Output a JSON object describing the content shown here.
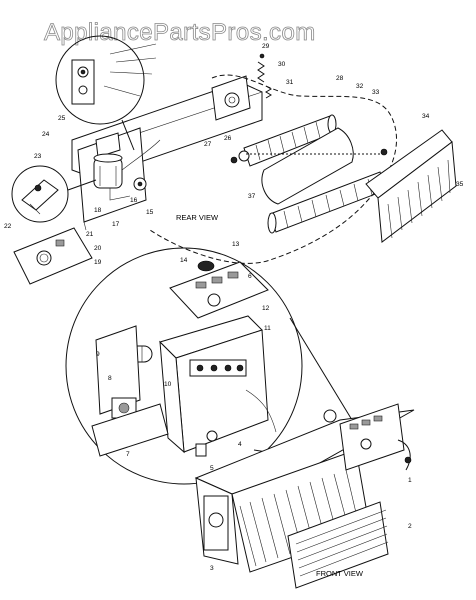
{
  "watermark": "AppliancePartsPros.com",
  "captions": {
    "rear_view": "REAR VIEW",
    "front_view": "FRONT VIEW"
  },
  "callouts": [
    "1",
    "2",
    "3",
    "4",
    "5",
    "6",
    "7",
    "8",
    "9",
    "10",
    "11",
    "12",
    "13",
    "14",
    "15",
    "16",
    "17",
    "18",
    "19",
    "20",
    "21",
    "22",
    "23",
    "24",
    "25",
    "26",
    "27",
    "28",
    "29",
    "30",
    "31",
    "32",
    "33",
    "34",
    "35",
    "37"
  ]
}
